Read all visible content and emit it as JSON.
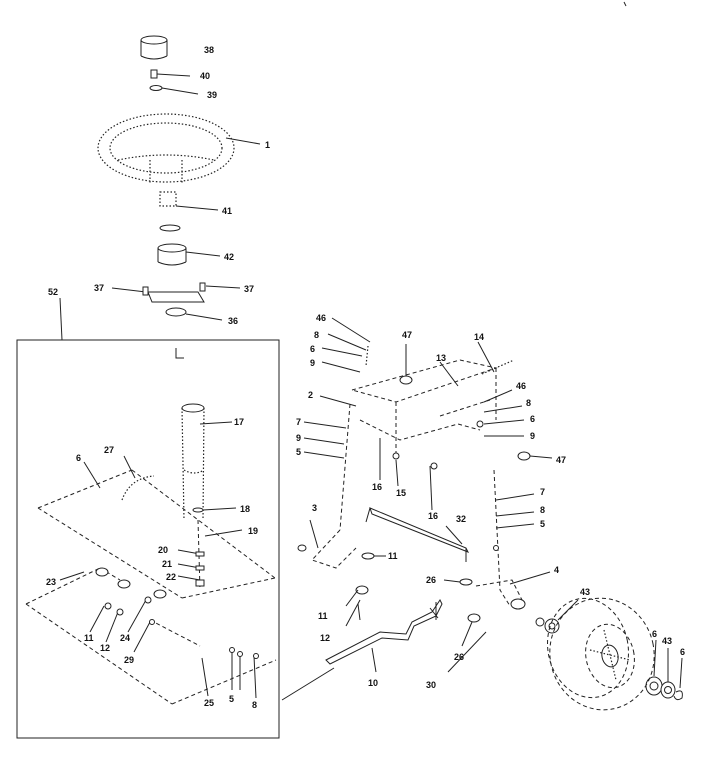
{
  "labels": {
    "l38": "38",
    "l40": "40",
    "l39": "39",
    "l1": "1",
    "l41": "41",
    "l42": "42",
    "l37a": "37",
    "l37b": "37",
    "l36": "36",
    "l52": "52",
    "l17": "17",
    "l27": "27",
    "l6a": "6",
    "l18": "18",
    "l19": "19",
    "l20": "20",
    "l21": "21",
    "l22": "22",
    "l23": "23",
    "l11a": "11",
    "l12a": "12",
    "l24": "24",
    "l29": "29",
    "l25": "25",
    "l5a": "5",
    "l8a": "8",
    "l46a": "46",
    "l8b": "8",
    "l6b": "6",
    "l9a": "9",
    "l2": "2",
    "l7a": "7",
    "l9b": "9",
    "l5b": "5",
    "l47a": "47",
    "l13": "13",
    "l14": "14",
    "l46b": "46",
    "l8c": "8",
    "l6c": "6",
    "l9c": "9",
    "l47b": "47",
    "l16a": "16",
    "l15": "15",
    "l16b": "16",
    "l7b": "7",
    "l8d": "8",
    "l5c": "5",
    "l3": "3",
    "l32": "32",
    "l11b": "11",
    "l4": "4",
    "l26a": "26",
    "l11c": "11",
    "l12b": "12",
    "l26b": "26",
    "l10": "10",
    "l30": "30",
    "l43a": "43",
    "l6d": "6",
    "l43b": "43",
    "l6e": "6"
  },
  "colors": {
    "ink": "#222222",
    "background": "#ffffff"
  }
}
